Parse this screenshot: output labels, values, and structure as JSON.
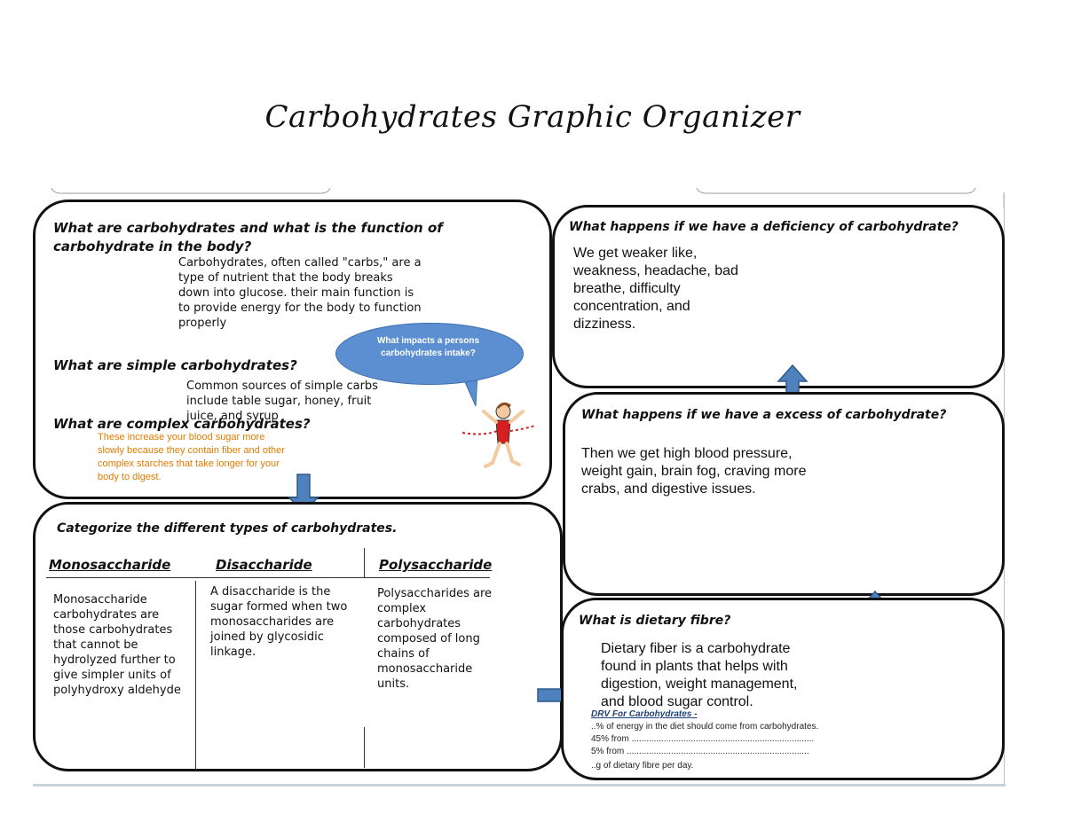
{
  "title": "Carbohydrates Graphic Organizer",
  "box1": {
    "question": "What are carbohydrates and what is the function of carbohydrate in the body?",
    "answer": "Carbohydrates, often called \"carbs,\" are a type of nutrient that the body breaks down into glucose. their main function is to provide energy for the body to function properly",
    "simple_question": "What are simple carbohydrates?",
    "simple_answer": "Common sources of simple carbs include table sugar, honey, fruit juice, and syrup",
    "complex_question": "What are complex carbohydrates?",
    "complex_answer": "These increase your blood sugar more slowly because they contain fiber and other complex starches that take longer for your body to digest."
  },
  "bubble": {
    "text": "What impacts a persons carbohydrates intake?"
  },
  "categorize": {
    "question": "Categorize the different types of carbohydrates.",
    "columns": [
      {
        "heading": "Monosaccharide",
        "text": "Monosaccharide carbohydrates are those carbohydrates that cannot be hydrolyzed further to give simpler units of polyhydroxy aldehyde"
      },
      {
        "heading": "Disaccharide",
        "text": "A disaccharide is the sugar formed when two monosaccharides are joined by glycosidic linkage."
      },
      {
        "heading": "Polysaccharide",
        "text": "Polysaccharides are complex carbohydrates composed of long chains of monosaccharide units."
      }
    ]
  },
  "deficiency": {
    "question": "What happens if we have a deficiency of carbohydrate?",
    "answer": "We get weaker like, weakness, headache, bad breathe, difficulty concentration, and dizziness."
  },
  "excess": {
    "question": "What happens if we have a excess of carbohydrate?",
    "answer": "Then we get high blood pressure, weight gain, brain fog, craving more crabs, and digestive issues."
  },
  "fibre": {
    "question": "What is dietary fibre?",
    "answer": "Dietary fiber is a carbohydrate found in plants that helps with digestion, weight management, and blood sugar control.",
    "drv_title": "DRV For Carbohydrates -",
    "drv_lines": [
      "..% of energy in the diet should come from carbohydrates.",
      "45% from ..........................................................................",
      "5% from ..........................................................................",
      "..g of dietary fibre per day."
    ]
  },
  "colors": {
    "arrow_fill": "#4f81bd",
    "arrow_stroke": "#2e5a8a",
    "orange_text": "#e07b00",
    "bubble": "#5b8fd1"
  }
}
